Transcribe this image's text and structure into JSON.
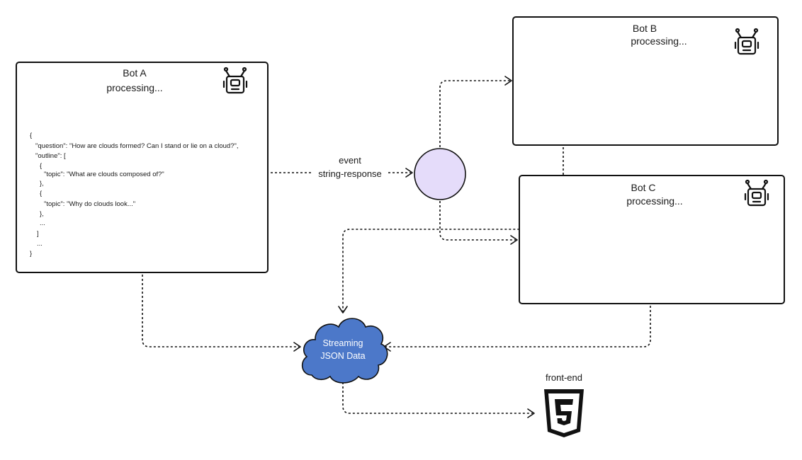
{
  "bots": {
    "a": {
      "name": "Bot A",
      "status": "processing...",
      "icon": "robot-icon",
      "json_lines": [
        "{",
        "\"question\": \"How are clouds formed? Can I stand or lie on a cloud?\",",
        "\"outline\": [",
        "{",
        "\"topic\": \"What are clouds composed of?\"",
        "},",
        "{",
        "\"topic\": \"Why do clouds look...\"",
        "},",
        "...",
        "]",
        "...",
        "}"
      ]
    },
    "b": {
      "name": "Bot B",
      "status": "processing...",
      "icon": "robot-icon"
    },
    "c": {
      "name": "Bot C",
      "status": "processing...",
      "icon": "robot-icon"
    }
  },
  "event": {
    "line1": "event",
    "line2": "string-response",
    "node_color": "#e5dcfa"
  },
  "stream": {
    "line1": "Streaming",
    "line2": "JSON Data",
    "cloud_color": "#4c78c9"
  },
  "frontend": {
    "label": "front-end",
    "icon": "html5-icon"
  }
}
